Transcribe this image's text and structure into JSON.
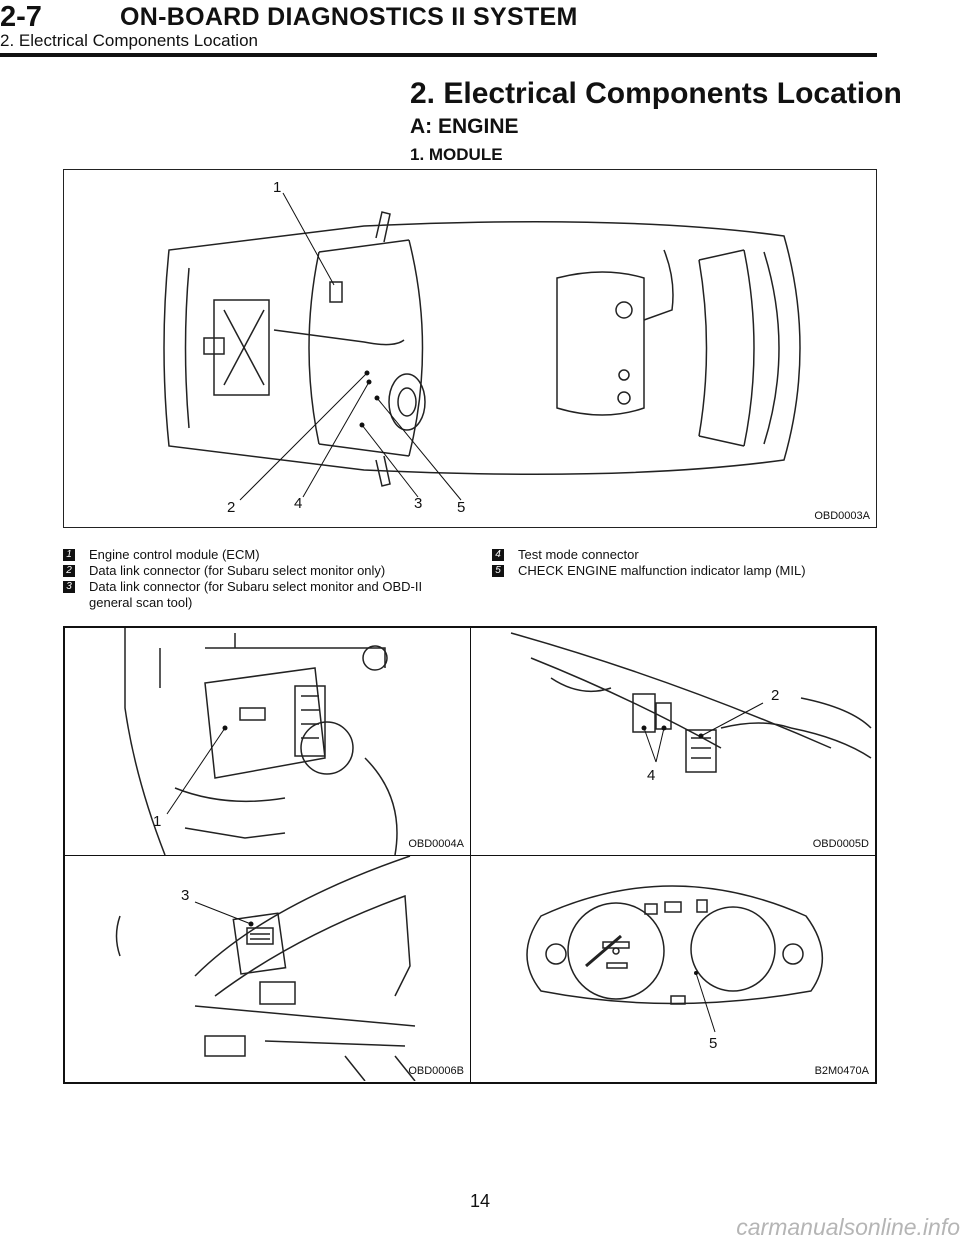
{
  "header": {
    "section_code": "2-7",
    "title": "ON-BOARD DIAGNOSTICS II SYSTEM",
    "subtitle": "2. Electrical Components Location"
  },
  "content": {
    "section_heading": "2. Electrical Components Location",
    "subheading": "A: ENGINE",
    "subsubheading": "1. MODULE"
  },
  "main_figure": {
    "code": "OBD0003A",
    "callouts": [
      "1",
      "2",
      "4",
      "3",
      "5"
    ]
  },
  "legend": [
    {
      "num": "1",
      "text": "Engine control module (ECM)"
    },
    {
      "num": "2",
      "text": "Data link connector (for Subaru select monitor only)"
    },
    {
      "num": "3",
      "text": "Data link connector (for Subaru select monitor and OBD-II general scan tool)"
    },
    {
      "num": "4",
      "text": "Test mode connector"
    },
    {
      "num": "5",
      "text": "CHECK ENGINE malfunction indicator lamp (MIL)"
    }
  ],
  "photo_grid": [
    {
      "code": "OBD0004A",
      "callouts": [
        "1"
      ]
    },
    {
      "code": "OBD0005D",
      "callouts": [
        "2",
        "4"
      ]
    },
    {
      "code": "OBD0006B",
      "callouts": [
        "3"
      ]
    },
    {
      "code": "B2M0470A",
      "callouts": [
        "5"
      ]
    }
  ],
  "page_number": "14",
  "watermark": "carmanualsonline.info"
}
